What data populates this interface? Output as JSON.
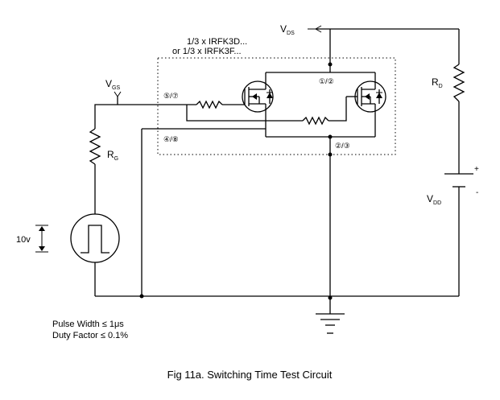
{
  "device": {
    "line1": "1/3 x IRFK3D...",
    "line2": "or 1/3 x IRFK3F..."
  },
  "labels": {
    "vds_main": "V",
    "vds_sub": "DS",
    "vgs_main": "V",
    "vgs_sub": "GS",
    "rg_main": "R",
    "rg_sub": "G",
    "rd_main": "R",
    "rd_sub": "D",
    "vdd_main": "V",
    "vdd_sub": "DD",
    "plus": "+",
    "minus": "-",
    "pulse_amplitude": "10v"
  },
  "pins": {
    "gate": "⑤/⑦",
    "kelvin": "④/⑧",
    "drain": "①/②",
    "source": "②/③"
  },
  "notes": {
    "pulse_width": "Pulse Width ≤ 1μs",
    "duty_factor": "Duty Factor ≤ 0.1%"
  },
  "caption": "Fig 11a. Switching Time Test Circuit"
}
